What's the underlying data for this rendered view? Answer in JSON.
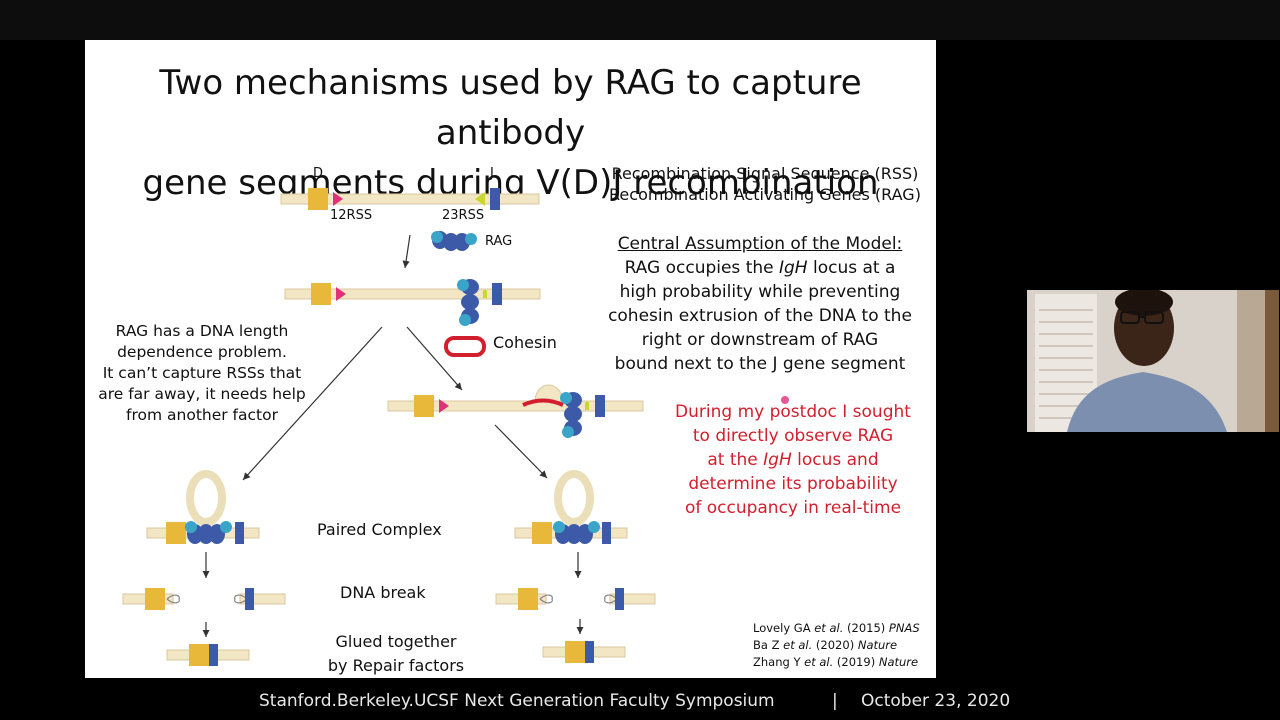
{
  "slide": {
    "title_line1": "Two mechanisms used by RAG to capture antibody",
    "title_line2": "gene segments during V(D)J recombination",
    "labels": {
      "D": "D",
      "J": "J",
      "rss12": "12RSS",
      "rss23": "23RSS",
      "rag": "RAG",
      "cohesin": "Cohesin",
      "paired_complex": "Paired Complex",
      "dna_break": "DNA break",
      "glued_line1": "Glued together",
      "glued_line2": "by Repair factors"
    },
    "definitions": {
      "rss": "Recombination Signal Sequence (RSS)",
      "rag": "Recombination Activating Genes (RAG)"
    },
    "left_note": [
      "RAG  has a DNA length",
      "dependence problem.",
      "It can’t capture RSSs that",
      "are far away, it needs help",
      "from another factor"
    ],
    "assumption": {
      "heading": "Central Assumption of the  Model:",
      "line1_pre": "RAG occupies the ",
      "line1_italic": "IgH",
      "line1_post": " locus at a",
      "line2": "high probability while preventing",
      "line3": "cohesin extrusion of the DNA to the",
      "line4": "right or downstream of RAG",
      "line5": "bound next to the J gene segment"
    },
    "postdoc": {
      "line1": "During my postdoc I sought",
      "line2": "to directly observe RAG",
      "line3_pre": "at the ",
      "line3_italic": "IgH",
      "line3_post": " locus and",
      "line4": "determine its probability",
      "line5": "of occupancy in real-time"
    },
    "references": [
      {
        "author": "Lovely GA ",
        "etal": "et al.",
        "year": " (2015) ",
        "journal": "PNAS"
      },
      {
        "author": "Ba Z ",
        "etal": "et al.",
        "year": " (2020) ",
        "journal": "Nature"
      },
      {
        "author": "Zhang Y ",
        "etal": "et al.",
        "year": " (2019) ",
        "journal": "Nature"
      }
    ],
    "colors": {
      "dna": "#f3e6c4",
      "gene_d": "#e8b83a",
      "gene_j": "#3d5aa8",
      "rss12": "#e0307a",
      "rss23": "#c9d830",
      "rag": "#3aa5c8",
      "cohesin": "#d21f2e",
      "red_text": "#d21f2e"
    }
  },
  "footer": {
    "event": "Stanford.Berkeley.UCSF Next Generation Faculty Symposium",
    "separator": "|",
    "date": "October 23, 2020"
  }
}
